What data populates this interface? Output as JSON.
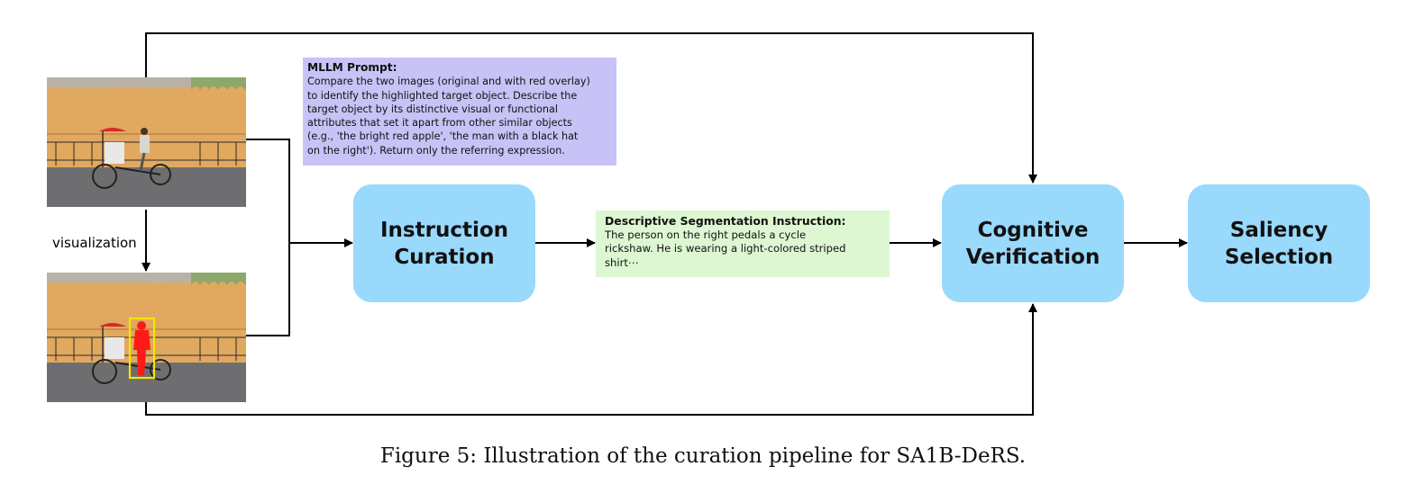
{
  "prompt": {
    "title": "MLLM Prompt:",
    "lines": [
      "Compare the two images (original and with red overlay)",
      "to identify the highlighted target object. Describe the",
      "target object by its distinctive visual or functional",
      "attributes that set it apart from other similar objects",
      "(e.g., 'the bright red apple', 'the man with a black hat",
      "on the right'). Return only the referring expression."
    ]
  },
  "visualization_label": "visualization",
  "stages": {
    "instruction_curation": [
      "Instruction",
      "Curation"
    ],
    "cognitive_verification": [
      "Cognitive",
      "Verification"
    ],
    "saliency_selection": [
      "Saliency",
      "Selection"
    ]
  },
  "instruction": {
    "title": "Descriptive Segmentation Instruction:",
    "lines": [
      "The person on the right pedals a cycle",
      "rickshaw. He is wearing a light-colored striped",
      "shirt⋯"
    ]
  },
  "caption": "Figure 5: Illustration of the curation pipeline for SA1B-DeRS.",
  "colors": {
    "prompt_bg": "#c7c3f6",
    "instruction_bg": "#dcf7d2",
    "stage_bg": "#99d9fb",
    "mask_red": "#ff1a1a",
    "box_yellow": "#f5e600"
  }
}
